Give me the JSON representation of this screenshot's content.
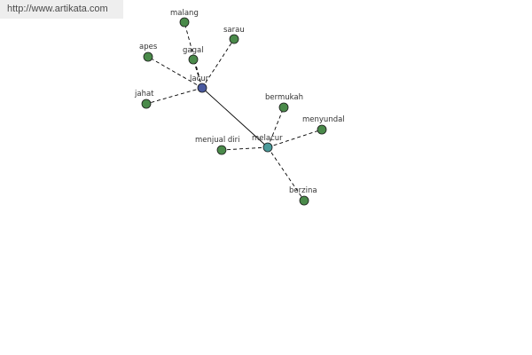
{
  "banner": {
    "url_text": "http://www.artikata.com"
  },
  "graph": {
    "colors": {
      "center": "#4a5aa0",
      "hub": "#4a9a9a",
      "leaf": "#4a8a4a",
      "edge": "#000000"
    },
    "nodes": [
      {
        "id": "lacur",
        "label": "lacur",
        "kind": "center"
      },
      {
        "id": "melacur",
        "label": "melacur",
        "kind": "hub"
      },
      {
        "id": "malang",
        "label": "malang",
        "kind": "leaf"
      },
      {
        "id": "sarau",
        "label": "sarau",
        "kind": "leaf"
      },
      {
        "id": "apes",
        "label": "apes",
        "kind": "leaf"
      },
      {
        "id": "gagal",
        "label": "gagal",
        "kind": "leaf"
      },
      {
        "id": "jahat",
        "label": "jahat",
        "kind": "leaf"
      },
      {
        "id": "bermukah",
        "label": "bermukah",
        "kind": "leaf"
      },
      {
        "id": "menyundal",
        "label": "menyundal",
        "kind": "leaf"
      },
      {
        "id": "menjual_diri",
        "label": "menjual diri",
        "kind": "leaf"
      },
      {
        "id": "berzina",
        "label": "berzina",
        "kind": "leaf"
      }
    ],
    "edges": [
      {
        "from": "lacur",
        "to": "melacur",
        "style": "solid"
      },
      {
        "from": "lacur",
        "to": "malang",
        "style": "dashed"
      },
      {
        "from": "lacur",
        "to": "sarau",
        "style": "dashed"
      },
      {
        "from": "lacur",
        "to": "apes",
        "style": "dashed"
      },
      {
        "from": "lacur",
        "to": "gagal",
        "style": "dashed"
      },
      {
        "from": "lacur",
        "to": "jahat",
        "style": "dashed"
      },
      {
        "from": "melacur",
        "to": "bermukah",
        "style": "dashed"
      },
      {
        "from": "melacur",
        "to": "menyundal",
        "style": "dashed"
      },
      {
        "from": "melacur",
        "to": "menjual_diri",
        "style": "dashed"
      },
      {
        "from": "melacur",
        "to": "berzina",
        "style": "dashed"
      }
    ]
  }
}
